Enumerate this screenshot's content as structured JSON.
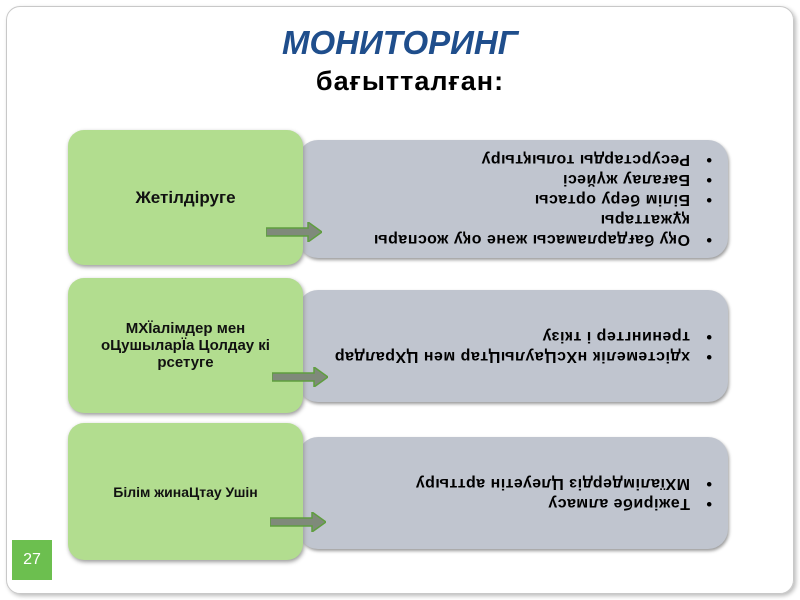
{
  "slide": {
    "title": "МОНИТОРИНГ",
    "subtitle": "бағытталған:",
    "page_number": "27"
  },
  "rows": [
    {
      "label": "Жетілдіруге",
      "items": [
        "Оқу бағдарламасы және оқу жоспары құжаттары",
        "Білім беру ортасы",
        "Бағалау жүйесі",
        "Ресурстарды толықтыру"
      ]
    },
    {
      "label": "МХЇалімдер мен оЦушыларЇа Цолдау кі рсетуге",
      "items": [
        "хдістемелік нХсЦаулыЦтар мен ЦХралдар",
        "тренингтер і ткізу"
      ]
    },
    {
      "label": "Білім жинаЦтау Ушін",
      "items": [
        "Тәжірибе алмасу",
        "МХїалімдердіз Цлеуетін арттыру"
      ]
    }
  ],
  "colors": {
    "title": "#1f4e8c",
    "green_box": "#b2dd8f",
    "gray_box": "#c0c5cf",
    "arrow": "#7f8a7a",
    "page_badge": "#6cbf4f"
  }
}
